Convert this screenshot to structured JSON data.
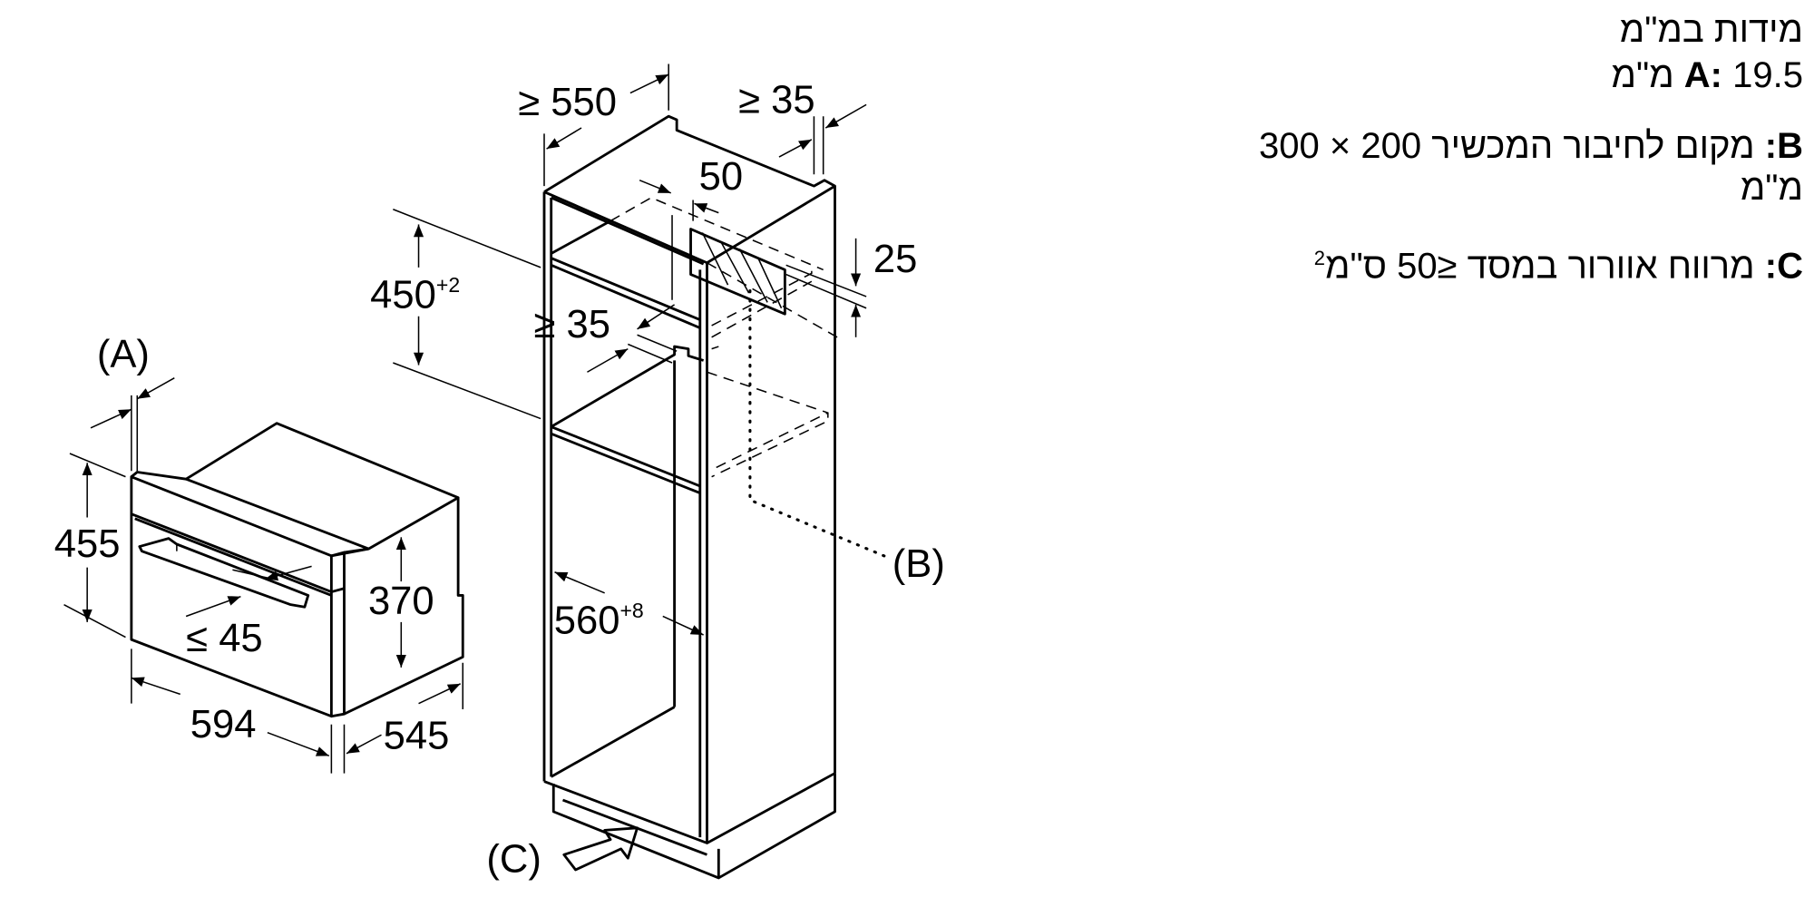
{
  "legend": {
    "title": "מידות במ\"מ",
    "items": [
      {
        "key": "A:",
        "text": "19.5 מ\"מ"
      },
      {
        "key": "B:",
        "text": "מקום לחיבור המכשיר 200 × 300 מ\"מ"
      },
      {
        "key": "C:",
        "text": "מרווח אוורור במסד ≤50 ס\"מ",
        "sup": "2"
      }
    ]
  },
  "oven_dims": {
    "callout_a": "(A)",
    "height": "455",
    "inner_height": "370",
    "width": "594",
    "depth": "545",
    "handle": "≤ 45"
  },
  "cabinet_dims": {
    "depth": "≥ 550",
    "rear_gap": "≥ 35",
    "offset": "50",
    "niche_height": "450",
    "niche_height_tol": "+2",
    "shelf_gap": "≥ 35",
    "strip": "25",
    "niche_width": "560",
    "niche_width_tol": "+8",
    "callout_b": "(B)",
    "callout_c": "(C)"
  }
}
